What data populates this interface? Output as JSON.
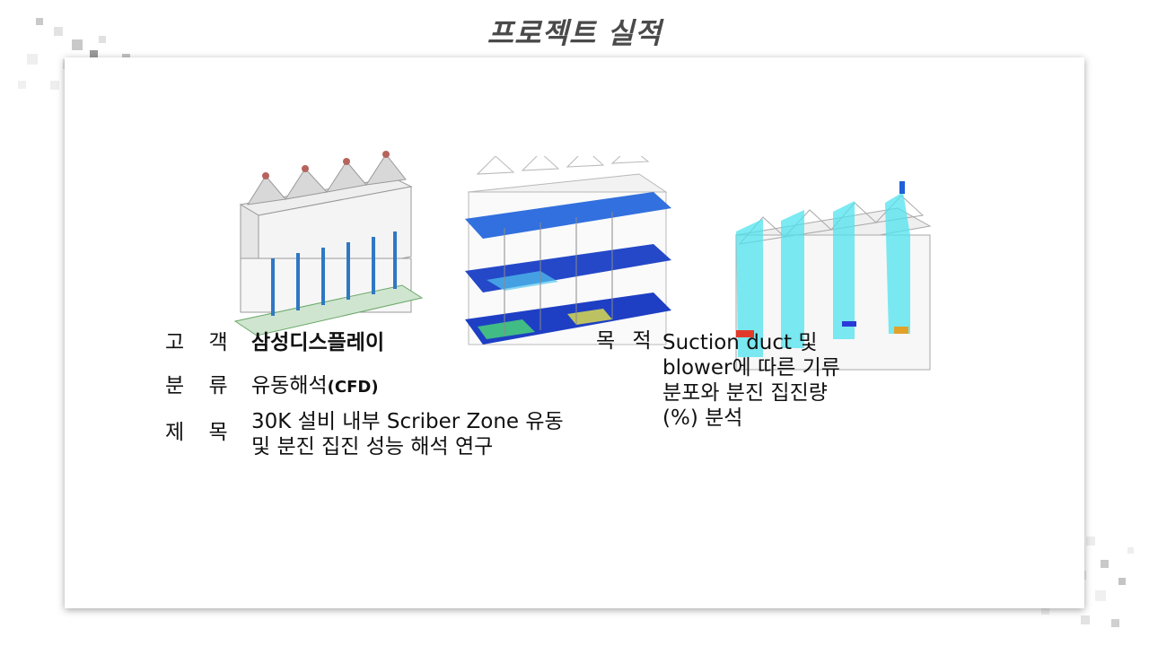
{
  "slide": {
    "title": "프로젝트 실적"
  },
  "info": {
    "client_label": "고 객",
    "client_value": "삼성디스플레이",
    "category_label": "분 류",
    "category_value": "유동해석",
    "category_suffix": "(CFD)",
    "subject_label": "제 목",
    "subject_line1": "30K 설비 내부 Scriber Zone 유동",
    "subject_line2": "및 분진 집진 성능 해석 연구",
    "purpose_label": "목 적",
    "purpose_line1": "Suction duct 및",
    "purpose_line2": "blower에 따른 기류",
    "purpose_line3": "분포와 분진 집진량",
    "purpose_line4": "(%) 분석"
  },
  "colors": {
    "title": "#4a4a4a",
    "flow_cyan": "#4fe3ee",
    "flow_blue": "#1f5fd8",
    "model_gray": "#c8c8c8",
    "base_green": "#7fbf7f"
  }
}
